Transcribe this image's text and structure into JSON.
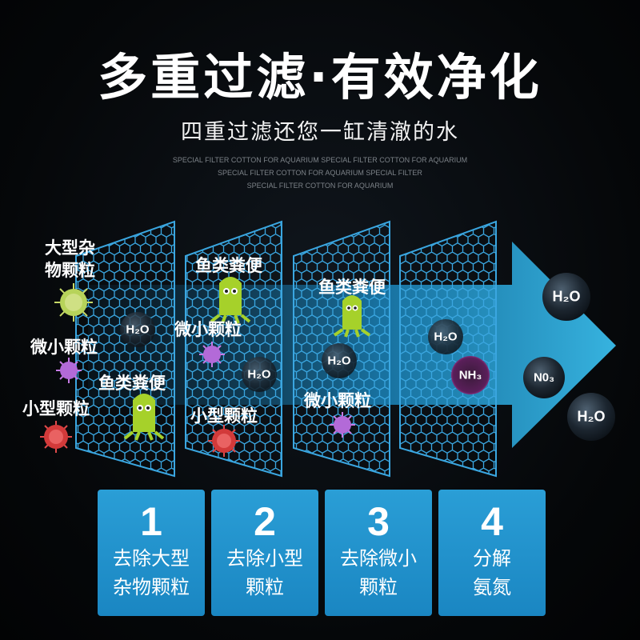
{
  "header": {
    "title": "多重过滤·有效净化",
    "subtitle": "四重过滤还您一缸清澈的水",
    "fine_print": [
      "SPECIAL FILTER COTTON FOR AQUARIUM SPECIAL FILTER COTTON FOR AQUARIUM",
      "SPECIAL FILTER COTTON FOR AQUARIUM SPECIAL FILTER",
      "SPECIAL FILTER COTTON FOR AQUARIUM"
    ]
  },
  "particles": {
    "large_line1": "大型杂",
    "large_line2": "物颗粒",
    "micro_1": "微小颗粒",
    "small_1": "小型颗粒",
    "feces_1": "鱼类粪便",
    "feces_2": "鱼类粪便",
    "micro_2": "微小颗粒",
    "small_2": "小型颗粒",
    "feces_3": "鱼类粪便",
    "micro_3": "微小颗粒"
  },
  "chemicals": {
    "h2o_1": "H₂O",
    "h2o_2": "H₂O",
    "h2o_3": "H₂O",
    "h2o_4": "H₂O",
    "nh3": "NH₃",
    "no3": "N0₃",
    "h2o_5": "H₂O",
    "h2o_6": "H₂O"
  },
  "steps": [
    {
      "number": "1",
      "line1": "去除大型",
      "line2": "杂物颗粒"
    },
    {
      "number": "2",
      "line1": "去除小型",
      "line2": "颗粒"
    },
    {
      "number": "3",
      "line1": "去除微小",
      "line2": "颗粒"
    },
    {
      "number": "4",
      "line1": "分解",
      "line2": "氨氮"
    }
  ],
  "colors": {
    "accent_blue": "#1a86c2",
    "mesh_blue": "#3aa6e0",
    "arrow_blue": "#2fb4ec",
    "virus_red": "#d23a3a",
    "virus_purple": "#b36ad8",
    "virus_green": "#b7d35a",
    "feces_green": "#a6d12a"
  }
}
